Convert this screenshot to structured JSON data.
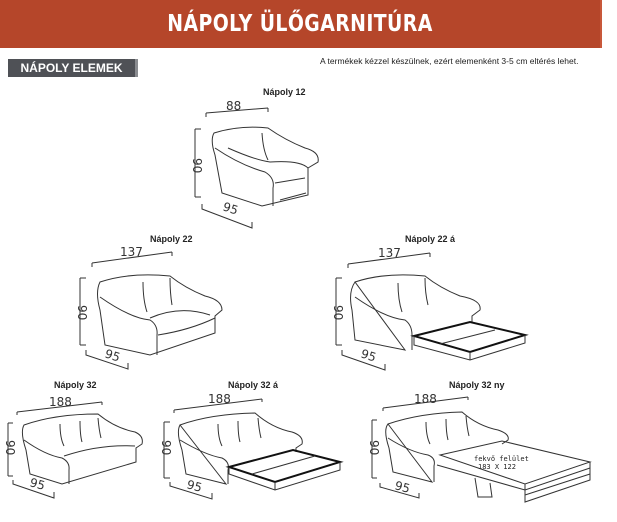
{
  "header": {
    "title": "NÁPOLY ÜLŐGARNITÚRA",
    "color": "#b5462a"
  },
  "section": {
    "label": "NÁPOLY ELEMEK",
    "color": "#4f5156"
  },
  "note": "A termékek kézzel készülnek, ezért elemenként 3-5 cm eltérés lehet.",
  "products": [
    {
      "name": "Nápoly 12",
      "width": "88",
      "height": "90",
      "depth": "95",
      "type": "armchair"
    },
    {
      "name": "Nápoly 22",
      "width": "137",
      "height": "90",
      "depth": "95",
      "type": "two-seater"
    },
    {
      "name": "Nápoly 22 á",
      "width": "137",
      "height": "90",
      "depth": "95",
      "type": "two-seater-storage"
    },
    {
      "name": "Nápoly 32",
      "width": "188",
      "height": "90",
      "depth": "95",
      "type": "three-seater"
    },
    {
      "name": "Nápoly 32 á",
      "width": "188",
      "height": "90",
      "depth": "95",
      "type": "three-seater-storage"
    },
    {
      "name": "Nápoly 32 ny",
      "width": "188",
      "height": "90",
      "depth": "95",
      "type": "three-seater-sofabed",
      "sleeping_label": "fekvő felület",
      "sleeping_size": "183 X 122"
    }
  ]
}
